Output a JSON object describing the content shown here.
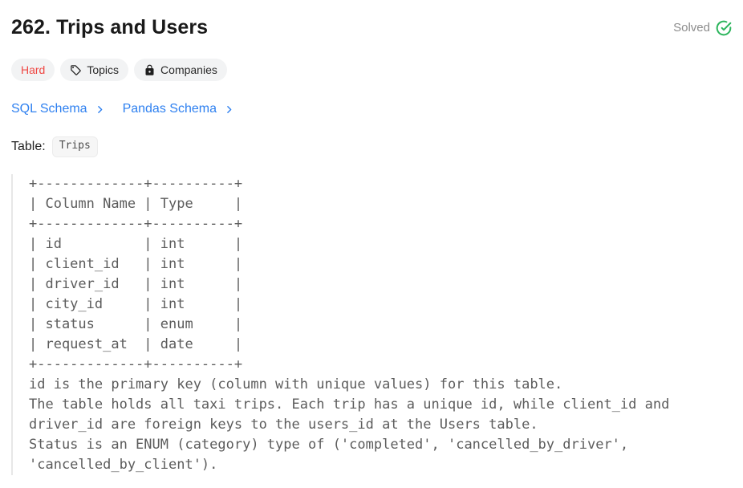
{
  "page": {
    "title": "262. Trips and Users",
    "solved_label": "Solved"
  },
  "tags": {
    "difficulty_label": "Hard",
    "topics_label": "Topics",
    "companies_label": "Companies"
  },
  "schema_links": {
    "sql_label": "SQL Schema",
    "pandas_label": "Pandas Schema"
  },
  "table_section": {
    "label": "Table:",
    "name": "Trips"
  },
  "schema_block": {
    "lines": [
      "+-------------+----------+",
      "| Column Name | Type     |",
      "+-------------+----------+",
      "| id          | int      |",
      "| client_id   | int      |",
      "| driver_id   | int      |",
      "| city_id     | int      |",
      "| status      | enum     |",
      "| request_at  | date     |",
      "+-------------+----------+",
      "id is the primary key (column with unique values) for this table.",
      "The table holds all taxi trips. Each trip has a unique id, while client_id and",
      "driver_id are foreign keys to the users_id at the Users table.",
      "Status is an ENUM (category) type of ('completed', 'cancelled_by_driver',",
      "'cancelled_by_client')."
    ]
  },
  "icons": {
    "solved": "check-circle-icon",
    "topics": "tag-icon",
    "companies": "lock-icon",
    "schema_link": "chevron-right-icon"
  },
  "colors": {
    "accent_blue": "#2e80f0",
    "difficulty_hard": "#ef4743",
    "solved_green": "#2db55d",
    "text_primary": "#1a1a1a",
    "text_secondary": "#8c8c8c",
    "pill_bg": "#f2f3f4",
    "pill_text": "#2a2a2a",
    "chip_bg": "#f6f6f6",
    "chip_text": "#4d4d4d",
    "pre_text": "#5c5c5c",
    "border_light": "#e7e7e7"
  }
}
